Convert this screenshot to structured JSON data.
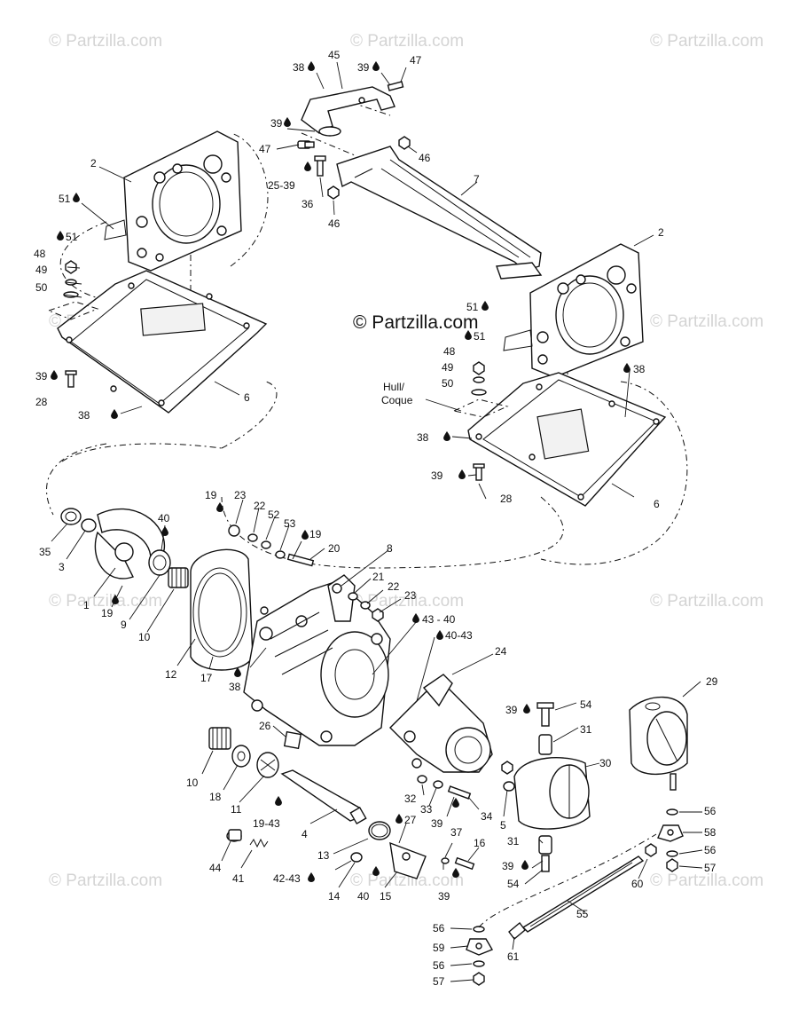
{
  "watermark": "© Partzilla.com",
  "brand": "© Partzilla.com",
  "hull_label": "Hull/",
  "coque_label": "Coque",
  "callouts": [
    {
      "id": "c45",
      "text": "45"
    },
    {
      "id": "c38a",
      "text": "38"
    },
    {
      "id": "c39a",
      "text": "39"
    },
    {
      "id": "c47a",
      "text": "47"
    },
    {
      "id": "c39b",
      "text": "39"
    },
    {
      "id": "c47b",
      "text": "47"
    },
    {
      "id": "c46a",
      "text": "46"
    },
    {
      "id": "c2539",
      "text": "25-39"
    },
    {
      "id": "c36",
      "text": "36"
    },
    {
      "id": "c46b",
      "text": "46"
    },
    {
      "id": "c7",
      "text": "7"
    },
    {
      "id": "c2a",
      "text": "2"
    },
    {
      "id": "c51a",
      "text": "51"
    },
    {
      "id": "c51b",
      "text": "51"
    },
    {
      "id": "c48a",
      "text": "48"
    },
    {
      "id": "c49a",
      "text": "49"
    },
    {
      "id": "c50a",
      "text": "50"
    },
    {
      "id": "c39c",
      "text": "39"
    },
    {
      "id": "c28a",
      "text": "28"
    },
    {
      "id": "c38b",
      "text": "38"
    },
    {
      "id": "c6a",
      "text": "6"
    },
    {
      "id": "c2b",
      "text": "2"
    },
    {
      "id": "c51c",
      "text": "51"
    },
    {
      "id": "c51d",
      "text": "51"
    },
    {
      "id": "c48b",
      "text": "48"
    },
    {
      "id": "c49b",
      "text": "49"
    },
    {
      "id": "c50b",
      "text": "50"
    },
    {
      "id": "c38c",
      "text": "38"
    },
    {
      "id": "c38d",
      "text": "38"
    },
    {
      "id": "c39d",
      "text": "39"
    },
    {
      "id": "c28b",
      "text": "28"
    },
    {
      "id": "c6b",
      "text": "6"
    },
    {
      "id": "c35",
      "text": "35"
    },
    {
      "id": "c3",
      "text": "3"
    },
    {
      "id": "c40a",
      "text": "40"
    },
    {
      "id": "c1",
      "text": "1"
    },
    {
      "id": "c19a",
      "text": "19"
    },
    {
      "id": "c9",
      "text": "9"
    },
    {
      "id": "c10a",
      "text": "10"
    },
    {
      "id": "c12",
      "text": "12"
    },
    {
      "id": "c17",
      "text": "17"
    },
    {
      "id": "c19b",
      "text": "19"
    },
    {
      "id": "c23a",
      "text": "23"
    },
    {
      "id": "c22a",
      "text": "22"
    },
    {
      "id": "c52",
      "text": "52"
    },
    {
      "id": "c53",
      "text": "53"
    },
    {
      "id": "c19c",
      "text": "19"
    },
    {
      "id": "c20",
      "text": "20"
    },
    {
      "id": "c8",
      "text": "8"
    },
    {
      "id": "c21",
      "text": "21"
    },
    {
      "id": "c22b",
      "text": "22"
    },
    {
      "id": "c23b",
      "text": "23"
    },
    {
      "id": "c4340",
      "text": "43 - 40"
    },
    {
      "id": "c4043",
      "text": "40-43"
    },
    {
      "id": "c24",
      "text": "24"
    },
    {
      "id": "c38e",
      "text": "38"
    },
    {
      "id": "c29",
      "text": "29"
    },
    {
      "id": "c39e",
      "text": "39"
    },
    {
      "id": "c54a",
      "text": "54"
    },
    {
      "id": "c31a",
      "text": "31"
    },
    {
      "id": "c26",
      "text": "26"
    },
    {
      "id": "c30",
      "text": "30"
    },
    {
      "id": "c10b",
      "text": "10"
    },
    {
      "id": "c18",
      "text": "18"
    },
    {
      "id": "c11",
      "text": "11"
    },
    {
      "id": "c32",
      "text": "32"
    },
    {
      "id": "c33",
      "text": "33"
    },
    {
      "id": "c34",
      "text": "34"
    },
    {
      "id": "c5",
      "text": "5"
    },
    {
      "id": "c1943",
      "text": "19-43"
    },
    {
      "id": "c4",
      "text": "4"
    },
    {
      "id": "c27",
      "text": "27"
    },
    {
      "id": "c39f",
      "text": "39"
    },
    {
      "id": "c37",
      "text": "37"
    },
    {
      "id": "c56a",
      "text": "56"
    },
    {
      "id": "c58",
      "text": "58"
    },
    {
      "id": "c31b",
      "text": "31"
    },
    {
      "id": "c16",
      "text": "16"
    },
    {
      "id": "c13",
      "text": "13"
    },
    {
      "id": "c44",
      "text": "44"
    },
    {
      "id": "c41",
      "text": "41"
    },
    {
      "id": "c4243",
      "text": "42-43"
    },
    {
      "id": "c14",
      "text": "14"
    },
    {
      "id": "c40b",
      "text": "40"
    },
    {
      "id": "c15",
      "text": "15"
    },
    {
      "id": "c39g",
      "text": "39"
    },
    {
      "id": "c39h",
      "text": "39"
    },
    {
      "id": "c54b",
      "text": "54"
    },
    {
      "id": "c56b",
      "text": "56"
    },
    {
      "id": "c57a",
      "text": "57"
    },
    {
      "id": "c60",
      "text": "60"
    },
    {
      "id": "c55",
      "text": "55"
    },
    {
      "id": "c56c",
      "text": "56"
    },
    {
      "id": "c59",
      "text": "59"
    },
    {
      "id": "c61",
      "text": "61"
    },
    {
      "id": "c56d",
      "text": "56"
    },
    {
      "id": "c57b",
      "text": "57"
    }
  ],
  "drop_icon": "oil-drop-icon"
}
